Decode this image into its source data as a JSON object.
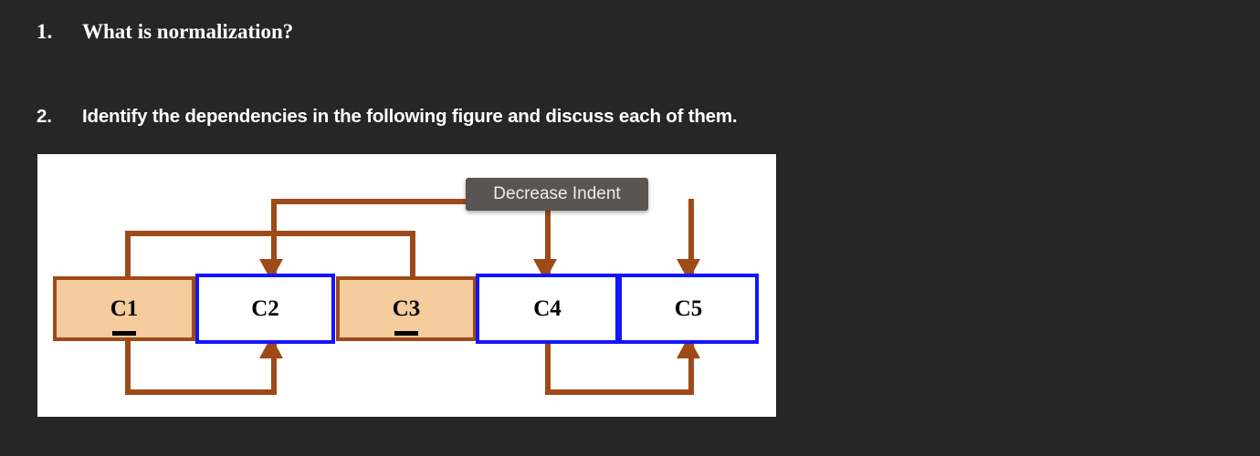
{
  "page": {
    "background_color": "#262626",
    "text_color": "#ffffff"
  },
  "questions": [
    {
      "number": "1.",
      "text": "What is normalization?"
    },
    {
      "number": "2.",
      "text": "Identify the dependencies in the following figure and discuss each of them."
    }
  ],
  "figure": {
    "background_color": "#ffffff",
    "colors": {
      "tan_fill": "#F5CC9D",
      "brown_border": "#9E4A18",
      "blue_border": "#1414FF",
      "connector": "#9E4A18",
      "label_text": "#000000"
    },
    "boxes": [
      {
        "id": "c1",
        "label": "C1",
        "style": "tan",
        "underlined": true
      },
      {
        "id": "c2",
        "label": "C2",
        "style": "blue",
        "underlined": false
      },
      {
        "id": "c3",
        "label": "C3",
        "style": "tan",
        "underlined": true
      },
      {
        "id": "c4",
        "label": "C4",
        "style": "blue",
        "underlined": false
      },
      {
        "id": "c5",
        "label": "C5",
        "style": "blue",
        "underlined": false
      }
    ],
    "dependencies": [
      {
        "from": "c1",
        "to": "c2",
        "route": "below"
      },
      {
        "from": "c3",
        "to": "c2",
        "route": "above"
      },
      {
        "from": "c4",
        "to": "c2",
        "route": "above"
      },
      {
        "from": "c4",
        "to": "c4",
        "route": "above"
      },
      {
        "from": "c4",
        "to": "c5",
        "route": "above"
      },
      {
        "from": "c4",
        "to": "c5",
        "route": "below"
      }
    ]
  },
  "tooltip": {
    "label": "Decrease Indent",
    "background_color": "#595551",
    "text_color": "#EDEDED"
  }
}
